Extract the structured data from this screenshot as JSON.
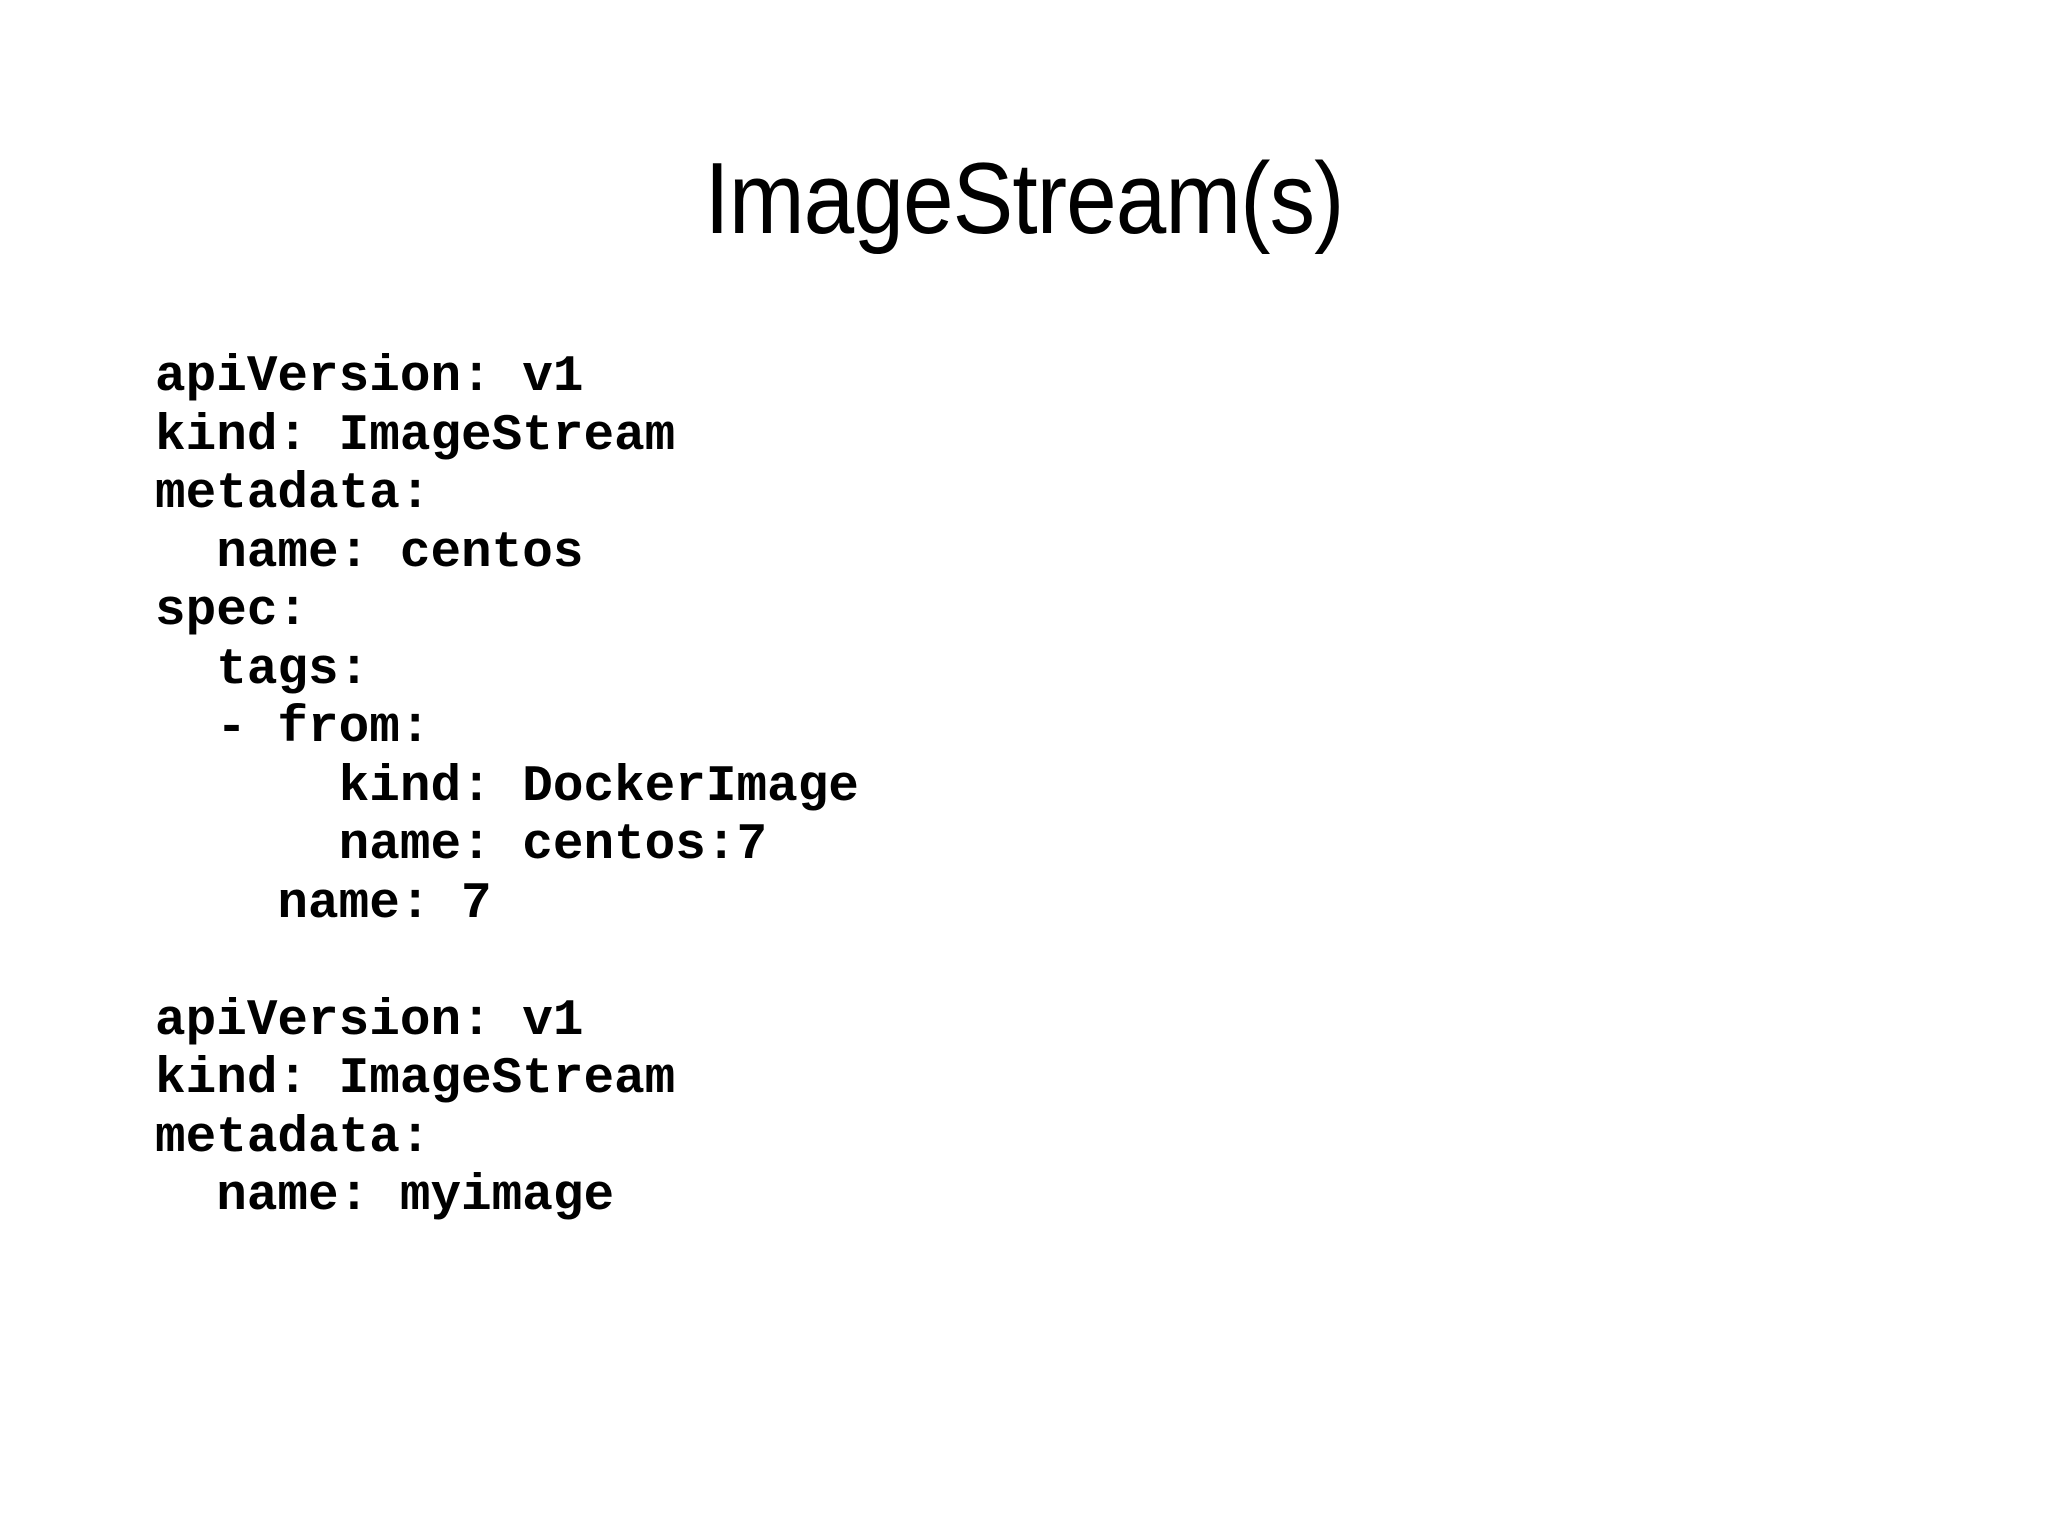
{
  "slide": {
    "background_color": "#ffffff",
    "text_color": "#000000",
    "title": "ImageStream(s)"
  },
  "code": {
    "language": "yaml",
    "lines": [
      "apiVersion: v1",
      "kind: ImageStream",
      "metadata:",
      "  name: centos",
      "spec:",
      "  tags:",
      "  - from:",
      "      kind: DockerImage",
      "      name: centos:7",
      "    name: 7",
      "",
      "apiVersion: v1",
      "kind: ImageStream",
      "metadata:",
      "  name: myimage"
    ],
    "documents": [
      {
        "apiVersion": "v1",
        "kind": "ImageStream",
        "metadata_name": "centos",
        "spec_tags": [
          {
            "from_kind": "DockerImage",
            "from_name": "centos:7",
            "name": "7"
          }
        ]
      },
      {
        "apiVersion": "v1",
        "kind": "ImageStream",
        "metadata_name": "myimage"
      }
    ]
  }
}
